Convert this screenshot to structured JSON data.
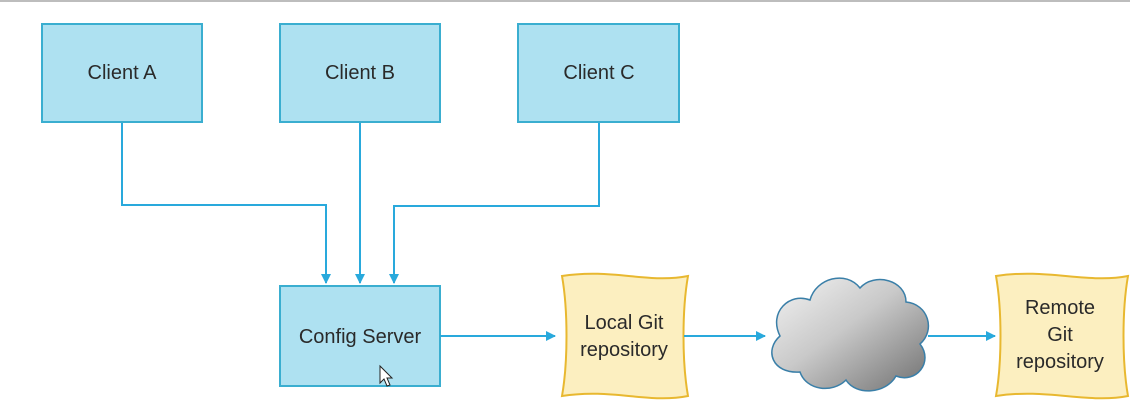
{
  "diagram": {
    "clients": [
      {
        "label": "Client A"
      },
      {
        "label": "Client B"
      },
      {
        "label": "Client C"
      }
    ],
    "config_server": {
      "label": "Config Server"
    },
    "local_repo": {
      "line1": "Local Git",
      "line2": "repository"
    },
    "remote_repo": {
      "line1": "Remote",
      "line2": "Git",
      "line3": "repository"
    }
  },
  "colors": {
    "box_fill": "#aee1f1",
    "box_stroke": "#3aaed0",
    "connector": "#29a9dc",
    "repo_fill": "#fcefc0",
    "repo_stroke": "#e8b830",
    "text": "#2a2a2a"
  },
  "icons": {
    "network": "cloud-icon",
    "pointer": "mouse-cursor-icon"
  }
}
